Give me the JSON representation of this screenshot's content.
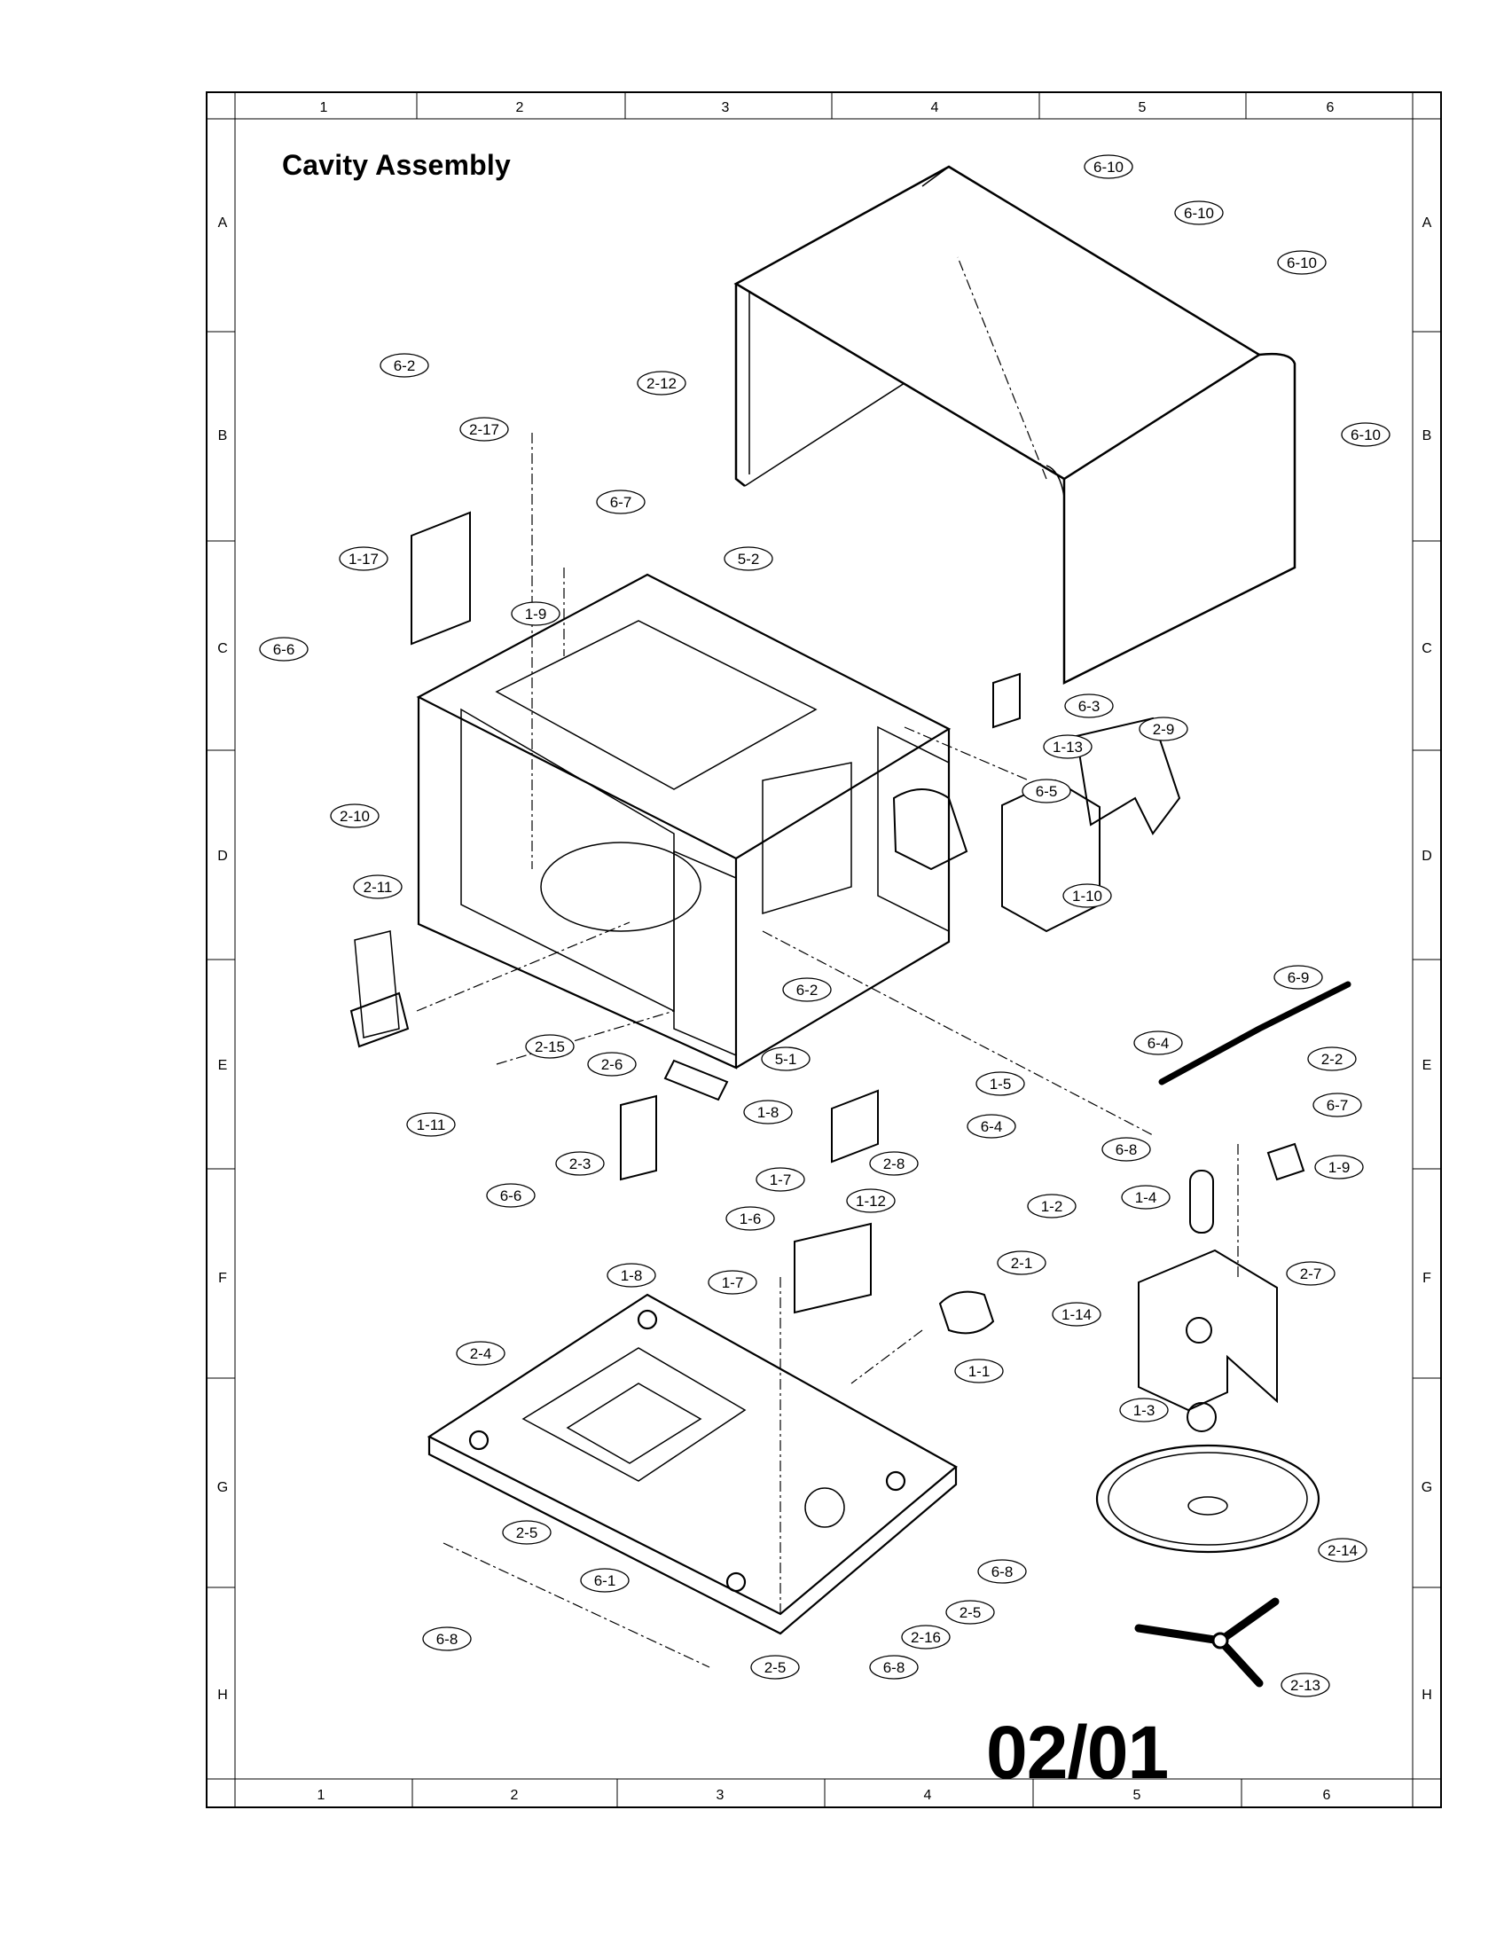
{
  "document": {
    "title": "Cavity Assembly",
    "page_code": "02/01"
  },
  "grid": {
    "columns": [
      "1",
      "2",
      "3",
      "4",
      "5",
      "6"
    ],
    "rows": [
      "A",
      "B",
      "C",
      "D",
      "E",
      "F",
      "G",
      "H"
    ]
  },
  "callouts": [
    "6-10",
    "6-10",
    "6-10",
    "6-10",
    "2-12",
    "6-2",
    "2-17",
    "6-7",
    "1-17",
    "1-9",
    "6-6",
    "5-2",
    "6-3",
    "1-13",
    "2-9",
    "6-5",
    "2-10",
    "2-11",
    "1-10",
    "6-2",
    "6-4",
    "6-9",
    "5-1",
    "2-15",
    "2-6",
    "1-5",
    "2-2",
    "1-11",
    "1-8",
    "2-3",
    "1-7",
    "6-6",
    "2-8",
    "6-4",
    "6-7",
    "1-6",
    "6-8",
    "1-9",
    "1-2",
    "1-4",
    "1-12",
    "2-1",
    "1-8",
    "1-7",
    "2-7",
    "1-14",
    "2-4",
    "1-1",
    "1-3",
    "2-5",
    "2-14",
    "6-1",
    "6-8",
    "2-5",
    "6-8",
    "2-16",
    "2-5",
    "6-8",
    "2-13"
  ]
}
